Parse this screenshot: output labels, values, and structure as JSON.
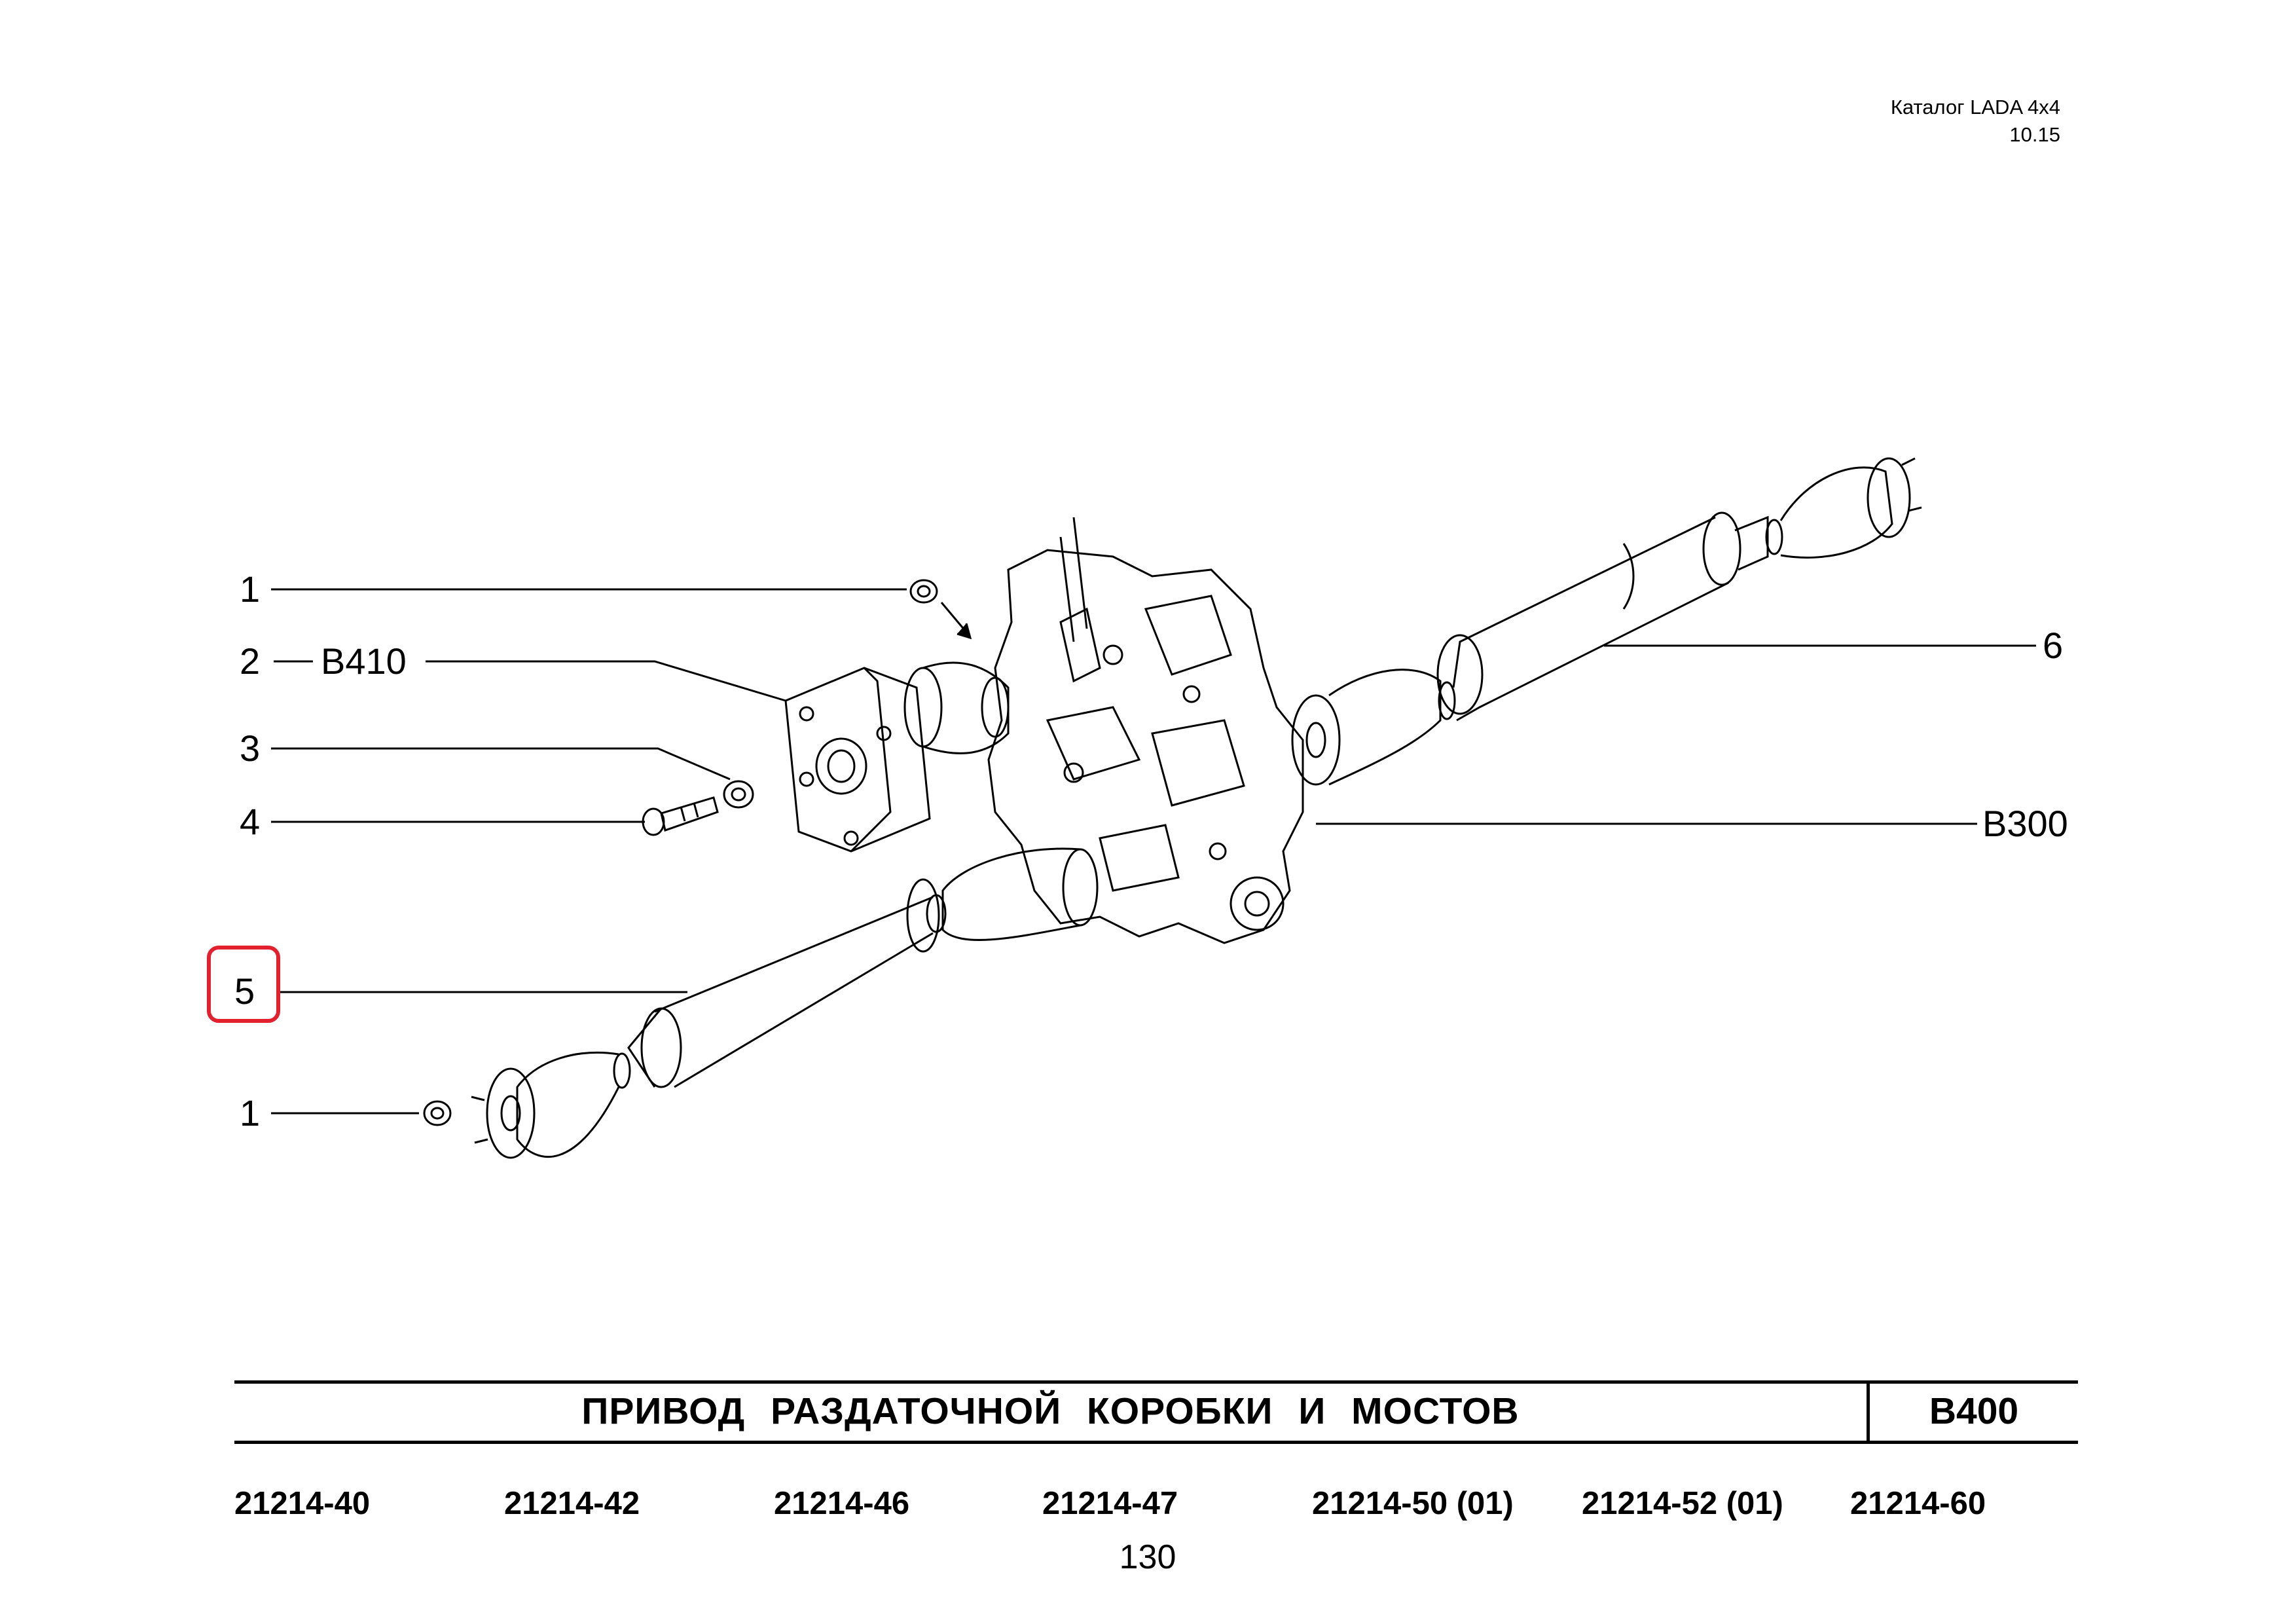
{
  "header": {
    "catalog": "Каталог  LADA  4x4",
    "edition": "10.15"
  },
  "callouts": {
    "c1_top": "1",
    "c2": "2",
    "c2_ref": "B410",
    "c3": "3",
    "c4": "4",
    "c5": "5",
    "c1_bottom": "1",
    "c6": "6",
    "c_b300": "B300"
  },
  "highlight_color": "#e2202e",
  "title_block": {
    "title": "ПРИВОД  РАЗДАТОЧНОЙ  КОРОБКИ  И  МОСТОВ",
    "code": "B400"
  },
  "models": [
    "21214-40",
    "21214-42",
    "21214-46",
    "21214-47",
    "21214-50 (01)",
    "21214-52 (01)",
    "21214-60"
  ],
  "page_number": "130"
}
